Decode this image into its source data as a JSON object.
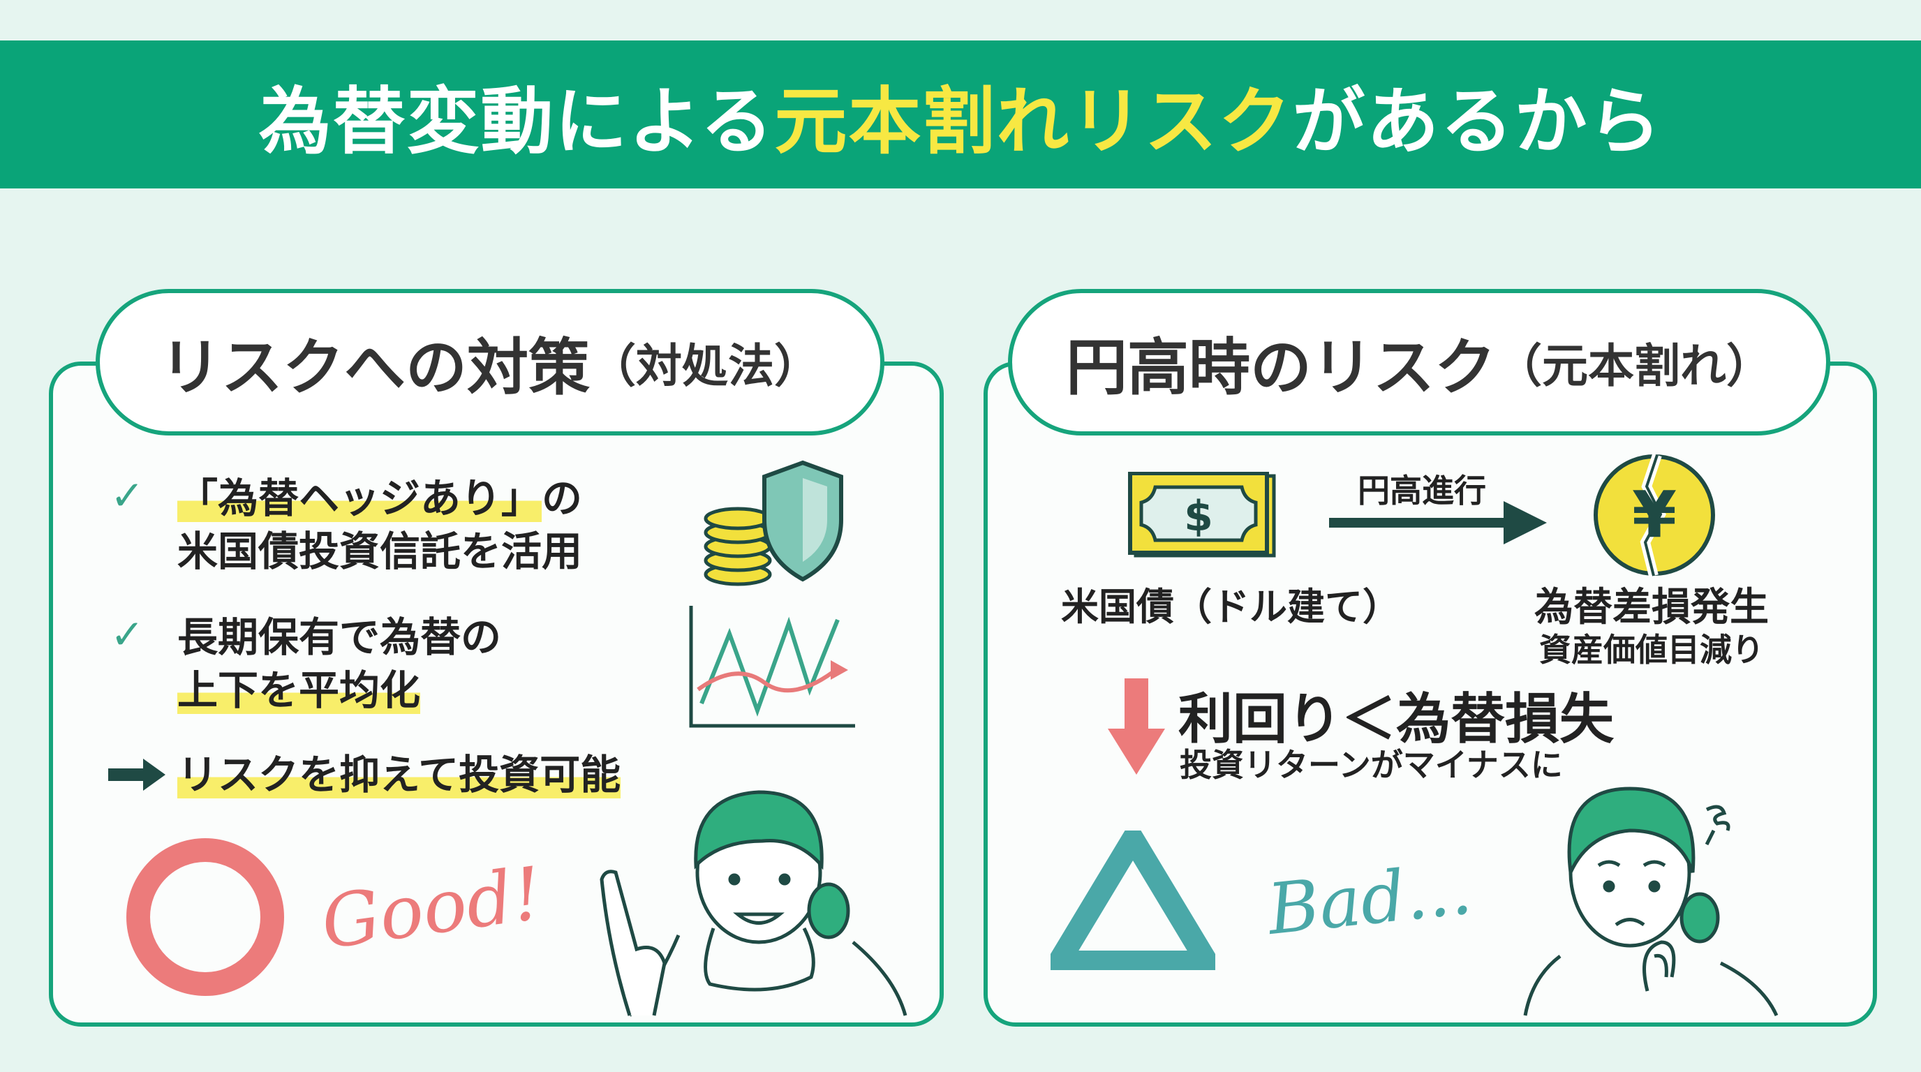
{
  "title": {
    "part1": "為替変動による",
    "highlight": "元本割れリスク",
    "part2": "があるから"
  },
  "left_panel": {
    "heading": "リスクへの対策",
    "heading_sub": "（対処法）",
    "items": [
      {
        "icon": "check-icon",
        "line1_mark": "「為替ヘッジあり」",
        "line1_rest": "の",
        "line2": "米国債投資信託を活用"
      },
      {
        "icon": "check-icon",
        "line1": "長期保有で為替の",
        "line2_mark": "上下を平均化"
      },
      {
        "icon": "arrow-right-icon",
        "line1_mark": "リスクを抑えて投資可能"
      }
    ],
    "verdict_symbol": "circle-icon",
    "verdict_text": "Good!"
  },
  "right_panel": {
    "heading": "円高時のリスク",
    "heading_sub": "（元本割れ）",
    "bond_label": "米国債（ドル建て）",
    "arrow_label": "円高進行",
    "loss_label": "為替差損発生",
    "loss_sub": "資産価値目減り",
    "result_main": "利回り＜為替損失",
    "result_sub": "投資リターンがマイナスに",
    "verdict_symbol": "triangle-icon",
    "verdict_text": "Bad..."
  },
  "colors": {
    "banner": "#0aa478",
    "highlight": "#f7e843",
    "panel_border": "#16a47c",
    "circle": "#ec7b7b",
    "triangle": "#4aa8a8"
  }
}
